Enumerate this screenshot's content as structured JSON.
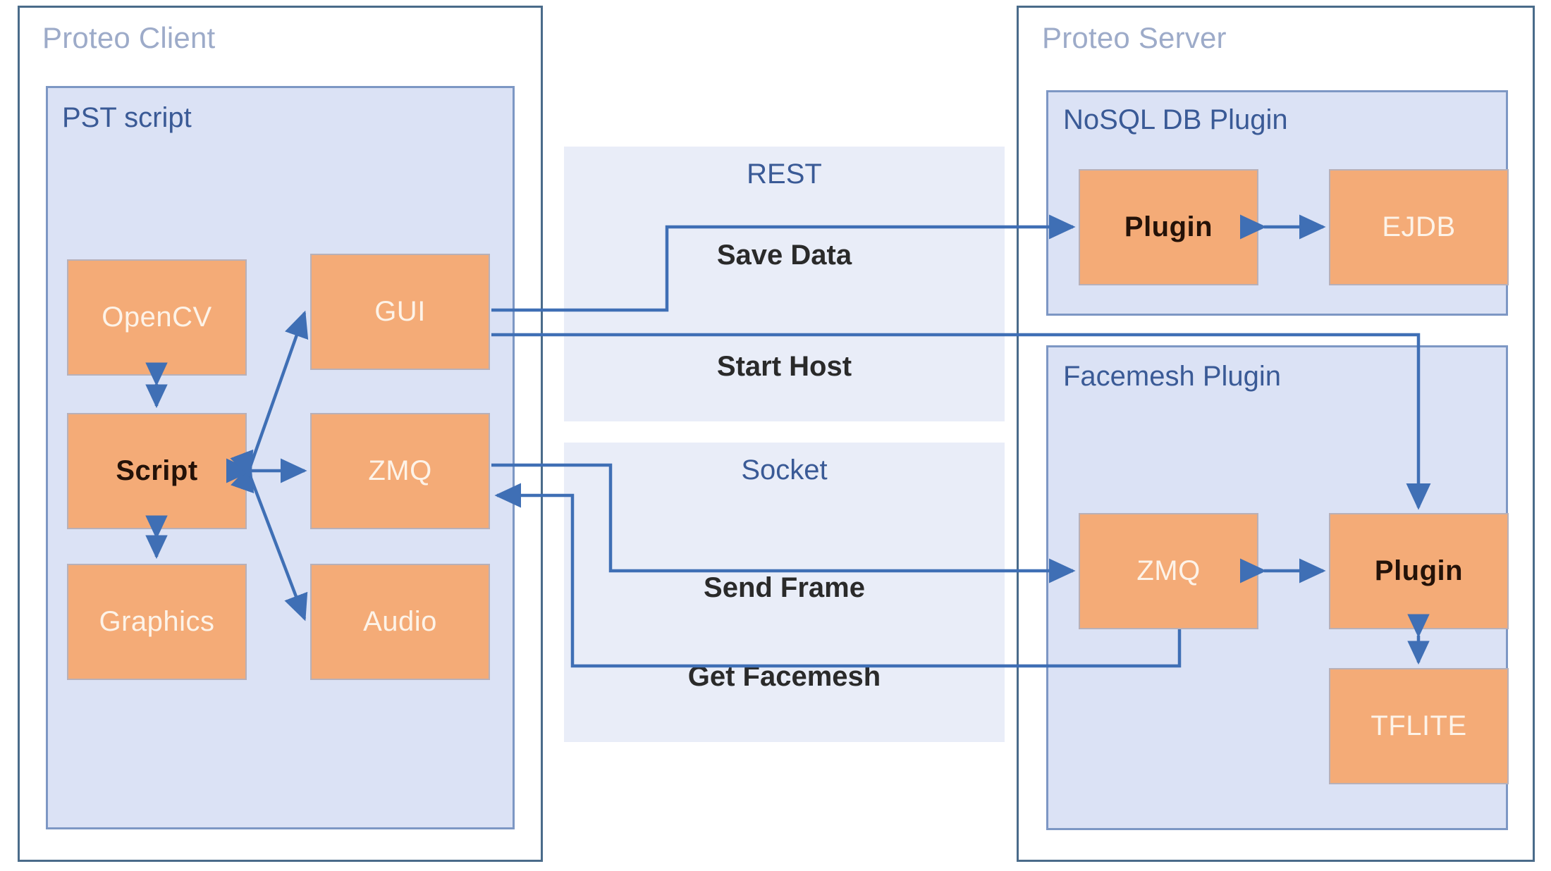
{
  "client": {
    "title": "Proteo Client",
    "panel_title": "PST script",
    "nodes": [
      {
        "key": "opencv",
        "label": "OpenCV",
        "text_style": "white"
      },
      {
        "key": "script",
        "label": "Script",
        "text_style": "dark"
      },
      {
        "key": "graphics",
        "label": "Graphics",
        "text_style": "white"
      },
      {
        "key": "gui",
        "label": "GUI",
        "text_style": "white"
      },
      {
        "key": "zmq",
        "label": "ZMQ",
        "text_style": "white"
      },
      {
        "key": "audio",
        "label": "Audio",
        "text_style": "white"
      }
    ]
  },
  "server": {
    "title": "Proteo Server",
    "panels": [
      {
        "key": "nosql",
        "title": "NoSQL DB Plugin",
        "nodes": [
          {
            "key": "db-plugin",
            "label": "Plugin",
            "text_style": "dark"
          },
          {
            "key": "ejdb",
            "label": "EJDB",
            "text_style": "white"
          }
        ]
      },
      {
        "key": "facemesh",
        "title": "Facemesh Plugin",
        "nodes": [
          {
            "key": "fm-zmq",
            "label": "ZMQ",
            "text_style": "white"
          },
          {
            "key": "fm-plugin",
            "label": "Plugin",
            "text_style": "dark"
          },
          {
            "key": "tflite",
            "label": "TFLITE",
            "text_style": "white"
          }
        ]
      }
    ]
  },
  "protocols": [
    {
      "key": "rest",
      "title": "REST",
      "messages": [
        "Save Data",
        "Start Host"
      ]
    },
    {
      "key": "socket",
      "title": "Socket",
      "messages": [
        "Send Frame",
        "Get Facemesh"
      ]
    }
  ],
  "colors": {
    "node_fill": "#f4ab77",
    "panel_fill": "#dbe2f5",
    "protocol_fill": "#e9edf8",
    "outer_border": "#4a6b8a",
    "panel_border": "#7d97c4",
    "arrow": "#3f6fb5",
    "title_muted": "#9dabc9",
    "title_panel": "#3a5a96"
  },
  "connections": [
    {
      "from": "opencv",
      "to": "script",
      "kind": "bidirectional"
    },
    {
      "from": "script",
      "to": "graphics",
      "kind": "bidirectional"
    },
    {
      "from": "script",
      "to": "gui",
      "kind": "bidirectional"
    },
    {
      "from": "script",
      "to": "zmq",
      "kind": "bidirectional"
    },
    {
      "from": "script",
      "to": "audio",
      "kind": "directed"
    },
    {
      "from": "gui",
      "to": "db-plugin",
      "kind": "directed",
      "label": "Save Data",
      "protocol": "REST"
    },
    {
      "from": "gui",
      "to": "fm-plugin",
      "kind": "directed",
      "label": "Start Host",
      "protocol": "REST"
    },
    {
      "from": "zmq",
      "to": "fm-zmq",
      "kind": "directed",
      "label": "Send Frame",
      "protocol": "Socket"
    },
    {
      "from": "fm-zmq",
      "to": "zmq",
      "kind": "directed",
      "label": "Get Facemesh",
      "protocol": "Socket"
    },
    {
      "from": "db-plugin",
      "to": "ejdb",
      "kind": "bidirectional"
    },
    {
      "from": "fm-zmq",
      "to": "fm-plugin",
      "kind": "bidirectional"
    },
    {
      "from": "fm-plugin",
      "to": "tflite",
      "kind": "bidirectional"
    }
  ]
}
